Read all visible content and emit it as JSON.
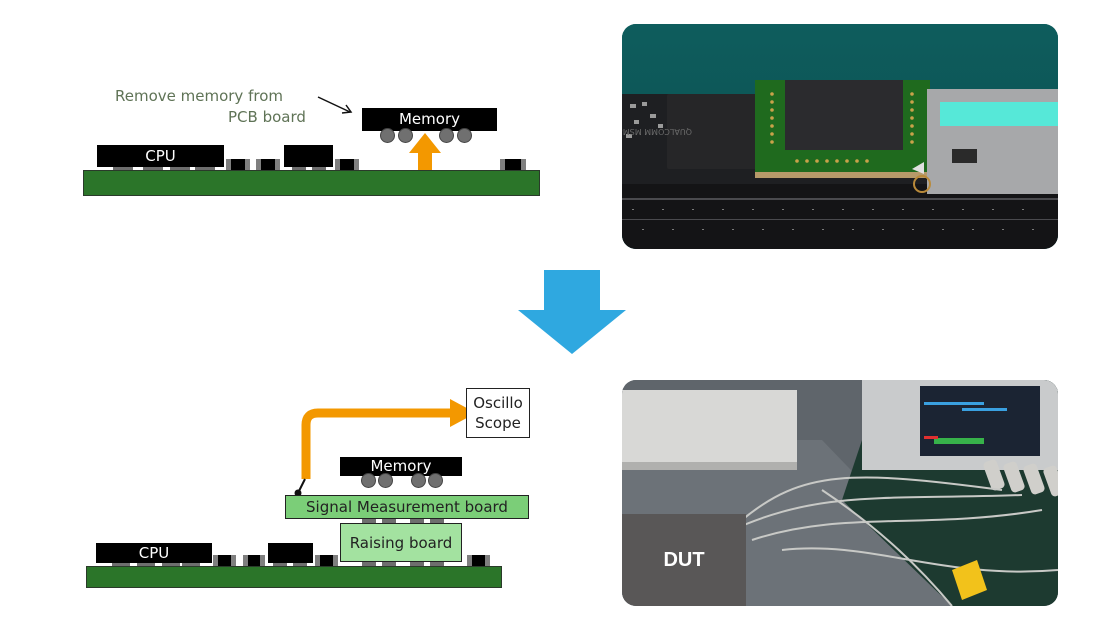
{
  "top_diagram": {
    "annotation_line1": "Remove memory from",
    "annotation_line2": "PCB board",
    "cpu_label": "CPU",
    "memory_label": "Memory"
  },
  "bottom_diagram": {
    "cpu_label": "CPU",
    "memory_label": "Memory",
    "signal_board_label": "Signal Measurement board",
    "raising_board_label": "Raising board",
    "scope_line1": "Oscillo",
    "scope_line2": "Scope"
  },
  "transition_arrow": {
    "icon": "down-arrow-icon",
    "color": "#2fa8e0"
  },
  "photos": {
    "top": {
      "description": "Memory chip mounted on green adapter board over phone PCB"
    },
    "bottom": {
      "description": "Oscilloscope probes connected to device under test",
      "label": "DUT"
    }
  },
  "colors": {
    "pcb_green": "#2b7529",
    "signal_board_green": "#7bce78",
    "raising_board_green": "#a3e2a0",
    "orange_arrow": "#f39800",
    "blue_arrow": "#2fa8e0",
    "dut_label_bg": "#595757"
  }
}
